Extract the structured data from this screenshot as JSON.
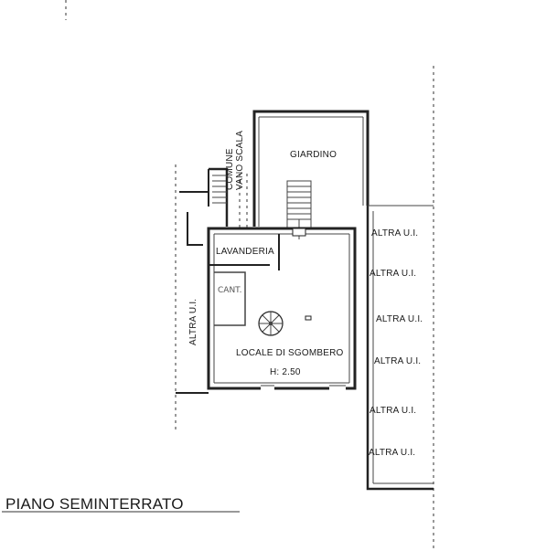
{
  "floor_title": "PIANO SEMINTERRATO",
  "rooms": {
    "giardino": "GIARDINO",
    "lavanderia": "LAVANDERIA",
    "locale": "LOCALE DI SGOMBERO",
    "height": "H: 2.50",
    "handwritten": "CANT."
  },
  "stair_label": {
    "line1": "COMUNE",
    "line2": "VANO SCALA"
  },
  "other_units": {
    "left": "ALTRA U.I.",
    "right": [
      "ALTRA U.I.",
      "ALTRA U.I.",
      "ALTRA U.I.",
      "ALTRA U.I.",
      "ALTRA U.I.",
      "ALTRA U.I."
    ]
  }
}
